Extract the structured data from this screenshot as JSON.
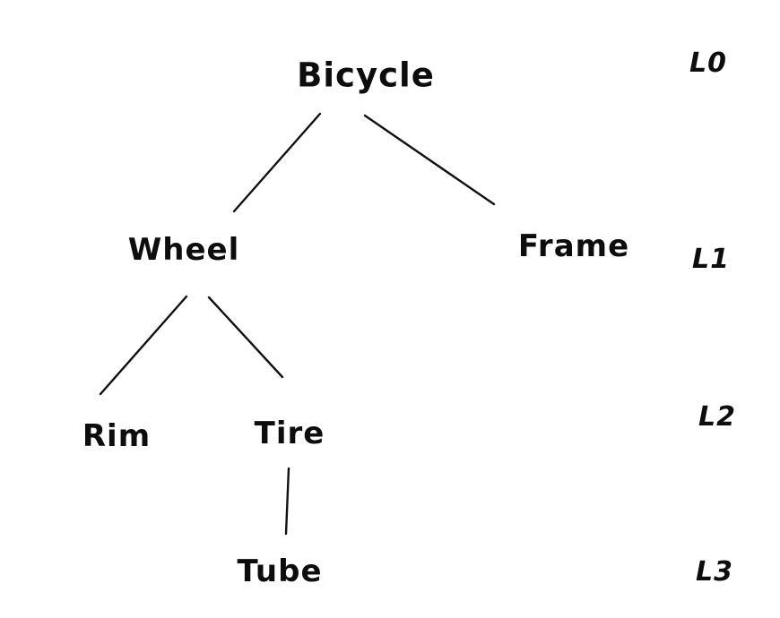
{
  "diagram": {
    "type": "tree",
    "nodes": {
      "bicycle": {
        "label": "Bicycle",
        "level": "L0"
      },
      "wheel": {
        "label": "Wheel",
        "level": "L1"
      },
      "frame": {
        "label": "Frame",
        "level": "L1"
      },
      "rim": {
        "label": "Rim",
        "level": "L2"
      },
      "tire": {
        "label": "Tire",
        "level": "L2"
      },
      "tube": {
        "label": "Tube",
        "level": "L3"
      }
    },
    "edges": [
      {
        "from": "Bicycle",
        "to": "Wheel"
      },
      {
        "from": "Bicycle",
        "to": "Frame"
      },
      {
        "from": "Wheel",
        "to": "Rim"
      },
      {
        "from": "Wheel",
        "to": "Tire"
      },
      {
        "from": "Tire",
        "to": "Tube"
      }
    ],
    "level_labels": {
      "l0": "L0",
      "l1": "L1",
      "l2": "L2",
      "l3": "L3"
    },
    "colors": {
      "ink": "#111111",
      "background": "#ffffff"
    }
  },
  "chart_data": {
    "type": "tree",
    "root": "Bicycle",
    "hierarchy": {
      "Bicycle": [
        "Wheel",
        "Frame"
      ],
      "Wheel": [
        "Rim",
        "Tire"
      ],
      "Frame": [],
      "Rim": [],
      "Tire": [
        "Tube"
      ],
      "Tube": []
    },
    "levels": {
      "L0": [
        "Bicycle"
      ],
      "L1": [
        "Wheel",
        "Frame"
      ],
      "L2": [
        "Rim",
        "Tire"
      ],
      "L3": [
        "Tube"
      ]
    }
  }
}
